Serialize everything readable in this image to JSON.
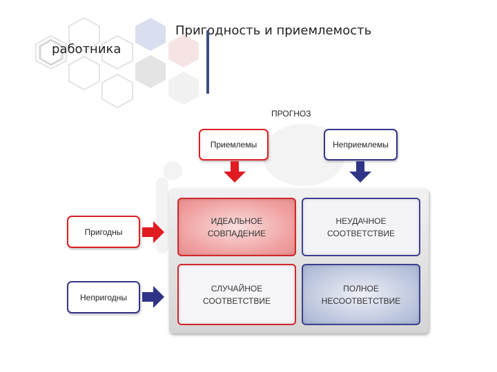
{
  "title": {
    "line1": "Пригодность  и приемлемость",
    "line2": "работника"
  },
  "forecast_label": "ПРОГНОЗ",
  "columns": [
    {
      "label": "Приемлемы",
      "color": "#e01b22"
    },
    {
      "label": "Неприемлемы",
      "color": "#2f3487"
    }
  ],
  "rows": [
    {
      "label": "Пригодны",
      "color": "#e01b22"
    },
    {
      "label": "Непригодны",
      "color": "#2f3487"
    }
  ],
  "matrix": {
    "ideal_match": "ИДЕАЛЬНОЕ\nСОВПАДЕНИЕ",
    "failed_match": "НЕУДАЧНОЕ\nСООТВЕТСТВИЕ",
    "chance_match": "СЛУЧАЙНОЕ\nСООТВЕТСТВИЕ",
    "full_mismatch": "ПОЛНОЕ\nНЕСООТВЕТСТВИЕ"
  }
}
